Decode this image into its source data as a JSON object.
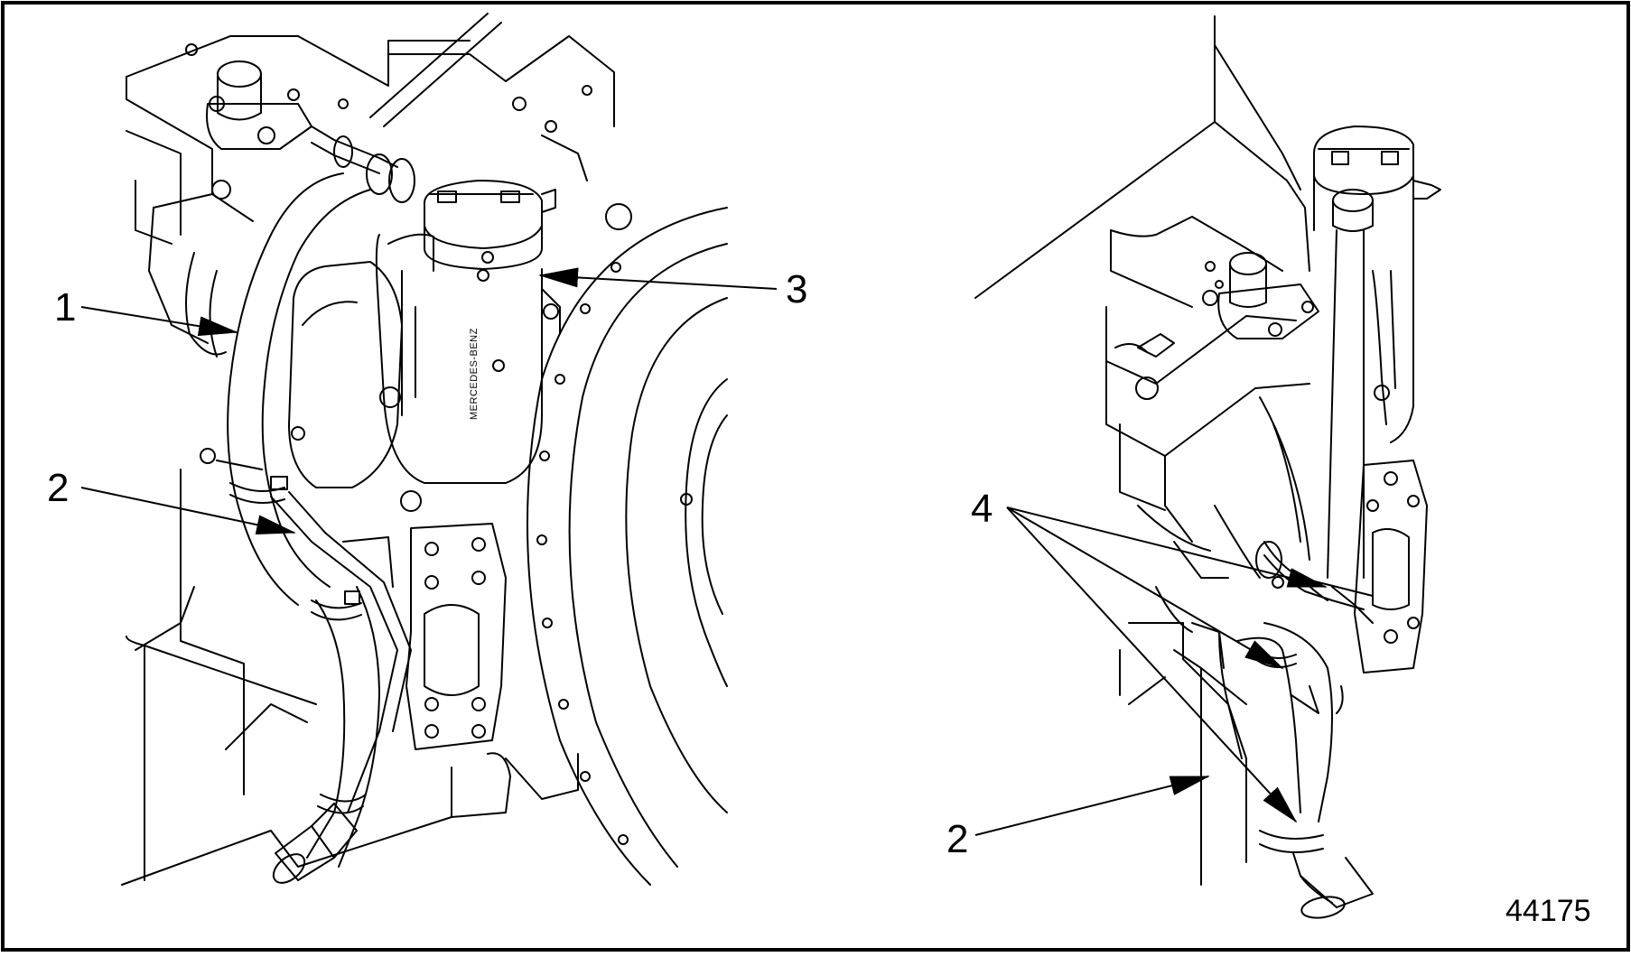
{
  "callouts": {
    "c1": "1",
    "c2_left": "2",
    "c3": "3",
    "c4": "4",
    "c2_right": "2"
  },
  "figure_number": "44175",
  "engraved_text": "MERCEDES-BENZ",
  "colors": {
    "line": "#000000",
    "background": "#ffffff"
  }
}
